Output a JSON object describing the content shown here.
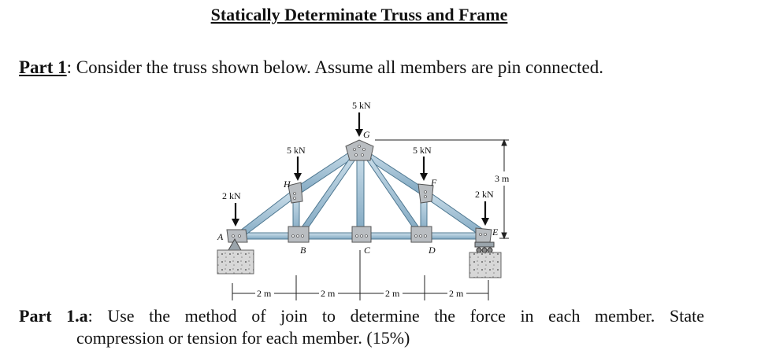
{
  "title": "Statically Determinate Truss and Frame",
  "part1": {
    "label": "Part 1",
    "text": ": Consider the truss shown below. Assume all members are pin connected."
  },
  "part1a": {
    "label": "Part 1.a",
    "line1": ": Use the method of join to determine the force in each member. State",
    "line2": "compression or tension for each member. (15%)"
  },
  "figure": {
    "loads": {
      "G": "5 kN",
      "H": "5 kN",
      "F": "5 kN",
      "A": "2 kN",
      "E": "2 kN"
    },
    "nodes": [
      "A",
      "B",
      "C",
      "D",
      "E",
      "F",
      "G",
      "H"
    ],
    "height_dim": "3 m",
    "spans": [
      "2 m",
      "2 m",
      "2 m",
      "2 m"
    ]
  }
}
